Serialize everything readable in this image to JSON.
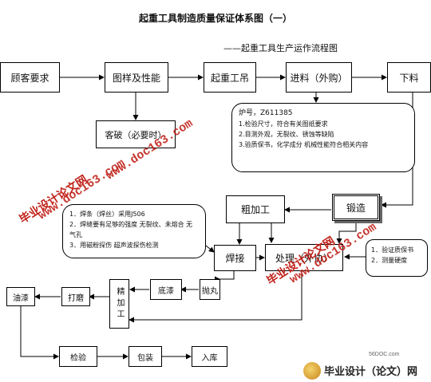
{
  "title": "起重工具制造质量保证体系图（一）",
  "subtitle": "——起重工具生产运作流程图",
  "boxes": {
    "customer": "顾客要求",
    "drawing": "图样及性能",
    "crane": "起重工吊",
    "incoming": "进料（外购）",
    "cutting": "下料",
    "guest_break": "客破（必要时）",
    "rough": "粗加工",
    "forging": "锻造",
    "welding": "焊接",
    "treatment": "处理（外协）",
    "shot": "抛丸",
    "primer": "底漆",
    "finish": "精加工",
    "grind": "打磨",
    "paint": "油漆",
    "inspect": "检验",
    "pack": "包装",
    "store": "入库"
  },
  "note_incoming": {
    "title": "炉号，Z611385",
    "lines": [
      "1.检验尺寸，符合有关图纸要求",
      "2.目测外观，无裂纹、锈蚀等缺陷",
      "3.验质保书，化学成分 机械性能符合相关内容"
    ]
  },
  "note_welding": {
    "lines": [
      "1．焊条（焊丝）采用J506",
      "2．焊缝要有足够的强度 无裂纹、未熔合 无气孔",
      "3．用磁粉探伤 超声波探伤检测"
    ]
  },
  "note_treatment": {
    "lines": [
      "1．验证质保书",
      "2．测量硬度"
    ]
  },
  "watermarks": {
    "w1_cn": "毕业设计论文网",
    "w1_url": "www.doc163.com",
    "w2_url": "www.doc163.com",
    "w3_cn": "毕业设计论文网",
    "w3_url": "www.doc163.com"
  },
  "logo": {
    "site": "56DOC.com",
    "text": "毕业设计（论文）网"
  }
}
